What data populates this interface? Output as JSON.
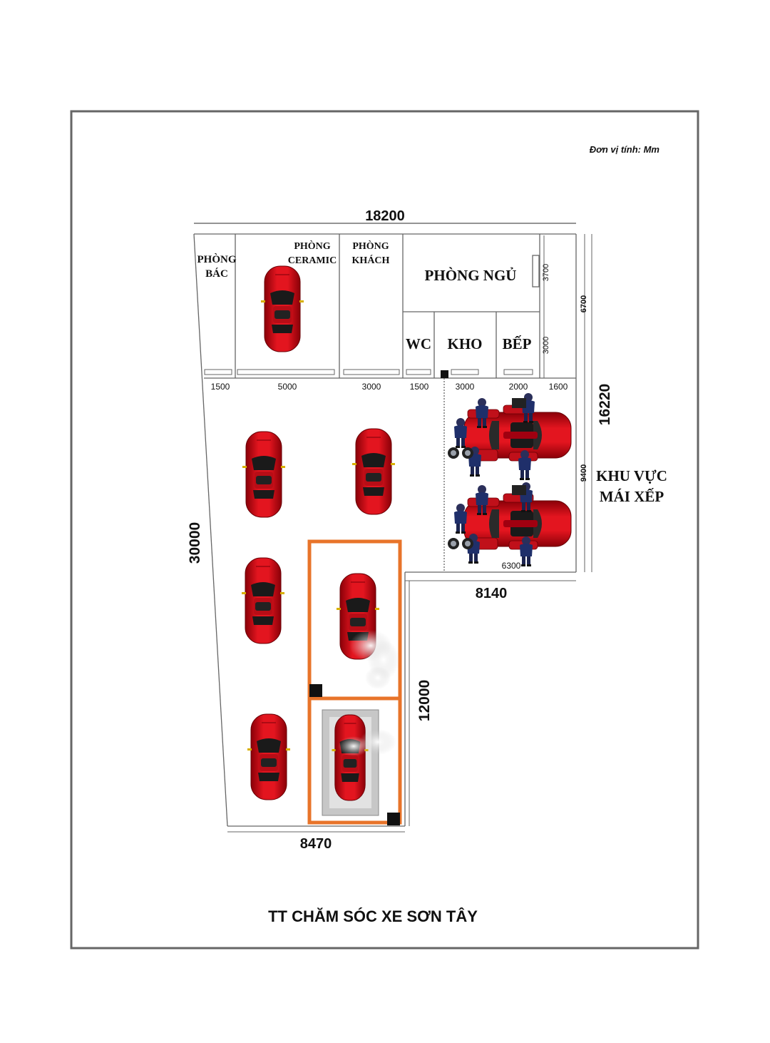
{
  "unit_note": "Đơn vị tính: Mm",
  "title": "TT CHĂM SÓC XE SƠN TÂY",
  "dimensions": {
    "top_width": "18200",
    "left_height": "30000",
    "right_height": "16220",
    "right_height_rooms": "6700",
    "bedroom_height": "3700",
    "lower_rooms_height": "3000",
    "roof_area_height": "9400",
    "roof_area_width": "6300",
    "step_width": "8140",
    "lower_block_height": "12000",
    "bottom_width": "8470",
    "room_widths": [
      "1500",
      "5000",
      "3000",
      "1500",
      "3000",
      "2000",
      "1600"
    ]
  },
  "rooms": {
    "phong_bac": [
      "PHÒNG",
      "BÁC"
    ],
    "phong_ceramic": [
      "PHÒNG",
      "CERAMIC"
    ],
    "phong_khach": [
      "PHÒNG",
      "KHÁCH"
    ],
    "phong_ngu": "PHÒNG NGỦ",
    "wc": "WC",
    "kho": "KHO",
    "bep": "BẾP"
  },
  "roof_area": [
    "KHU VỰC",
    "MÁI XẾP"
  ],
  "colors": {
    "car_red": "#d0101a",
    "wash_bay_orange": "#e8742a",
    "line": "#555555"
  }
}
